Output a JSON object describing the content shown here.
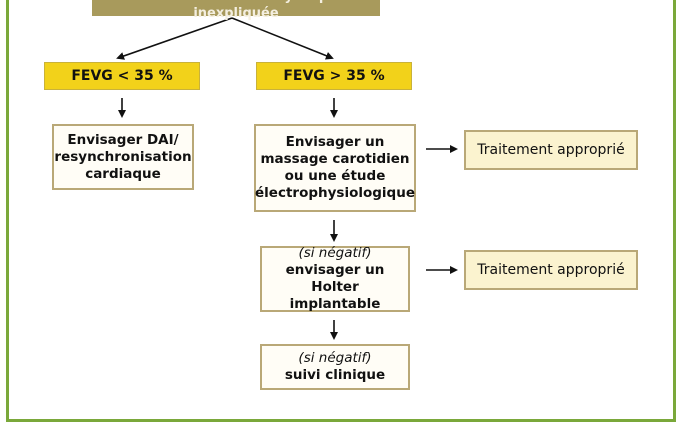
{
  "header": {
    "title": "Bloc de branche et syncope inexpliquée"
  },
  "left": {
    "condition": "FEVG < 35 %",
    "action_lines": [
      "Envisager DAI/",
      "resynchronisation",
      "cardiaque"
    ]
  },
  "right": {
    "condition": "FEVG > 35 %",
    "step1_lines": [
      "Envisager un",
      "massage carotidien",
      "ou une étude",
      "électrophysiologique"
    ],
    "step1_result": "Traitement approprié",
    "step2_condition": "(si négatif)",
    "step2_lines": [
      "envisager un Holter",
      "implantable"
    ],
    "step2_result": "Traitement approprié",
    "step3_condition": "(si négatif)",
    "step3_line": "suivi clinique"
  },
  "colors": {
    "frame": "#7aa83a",
    "header_bg": "#a89a5c",
    "condition_bg": "#f2d21a",
    "result_bg": "#fbf3cf",
    "box_border": "#b9a877"
  }
}
